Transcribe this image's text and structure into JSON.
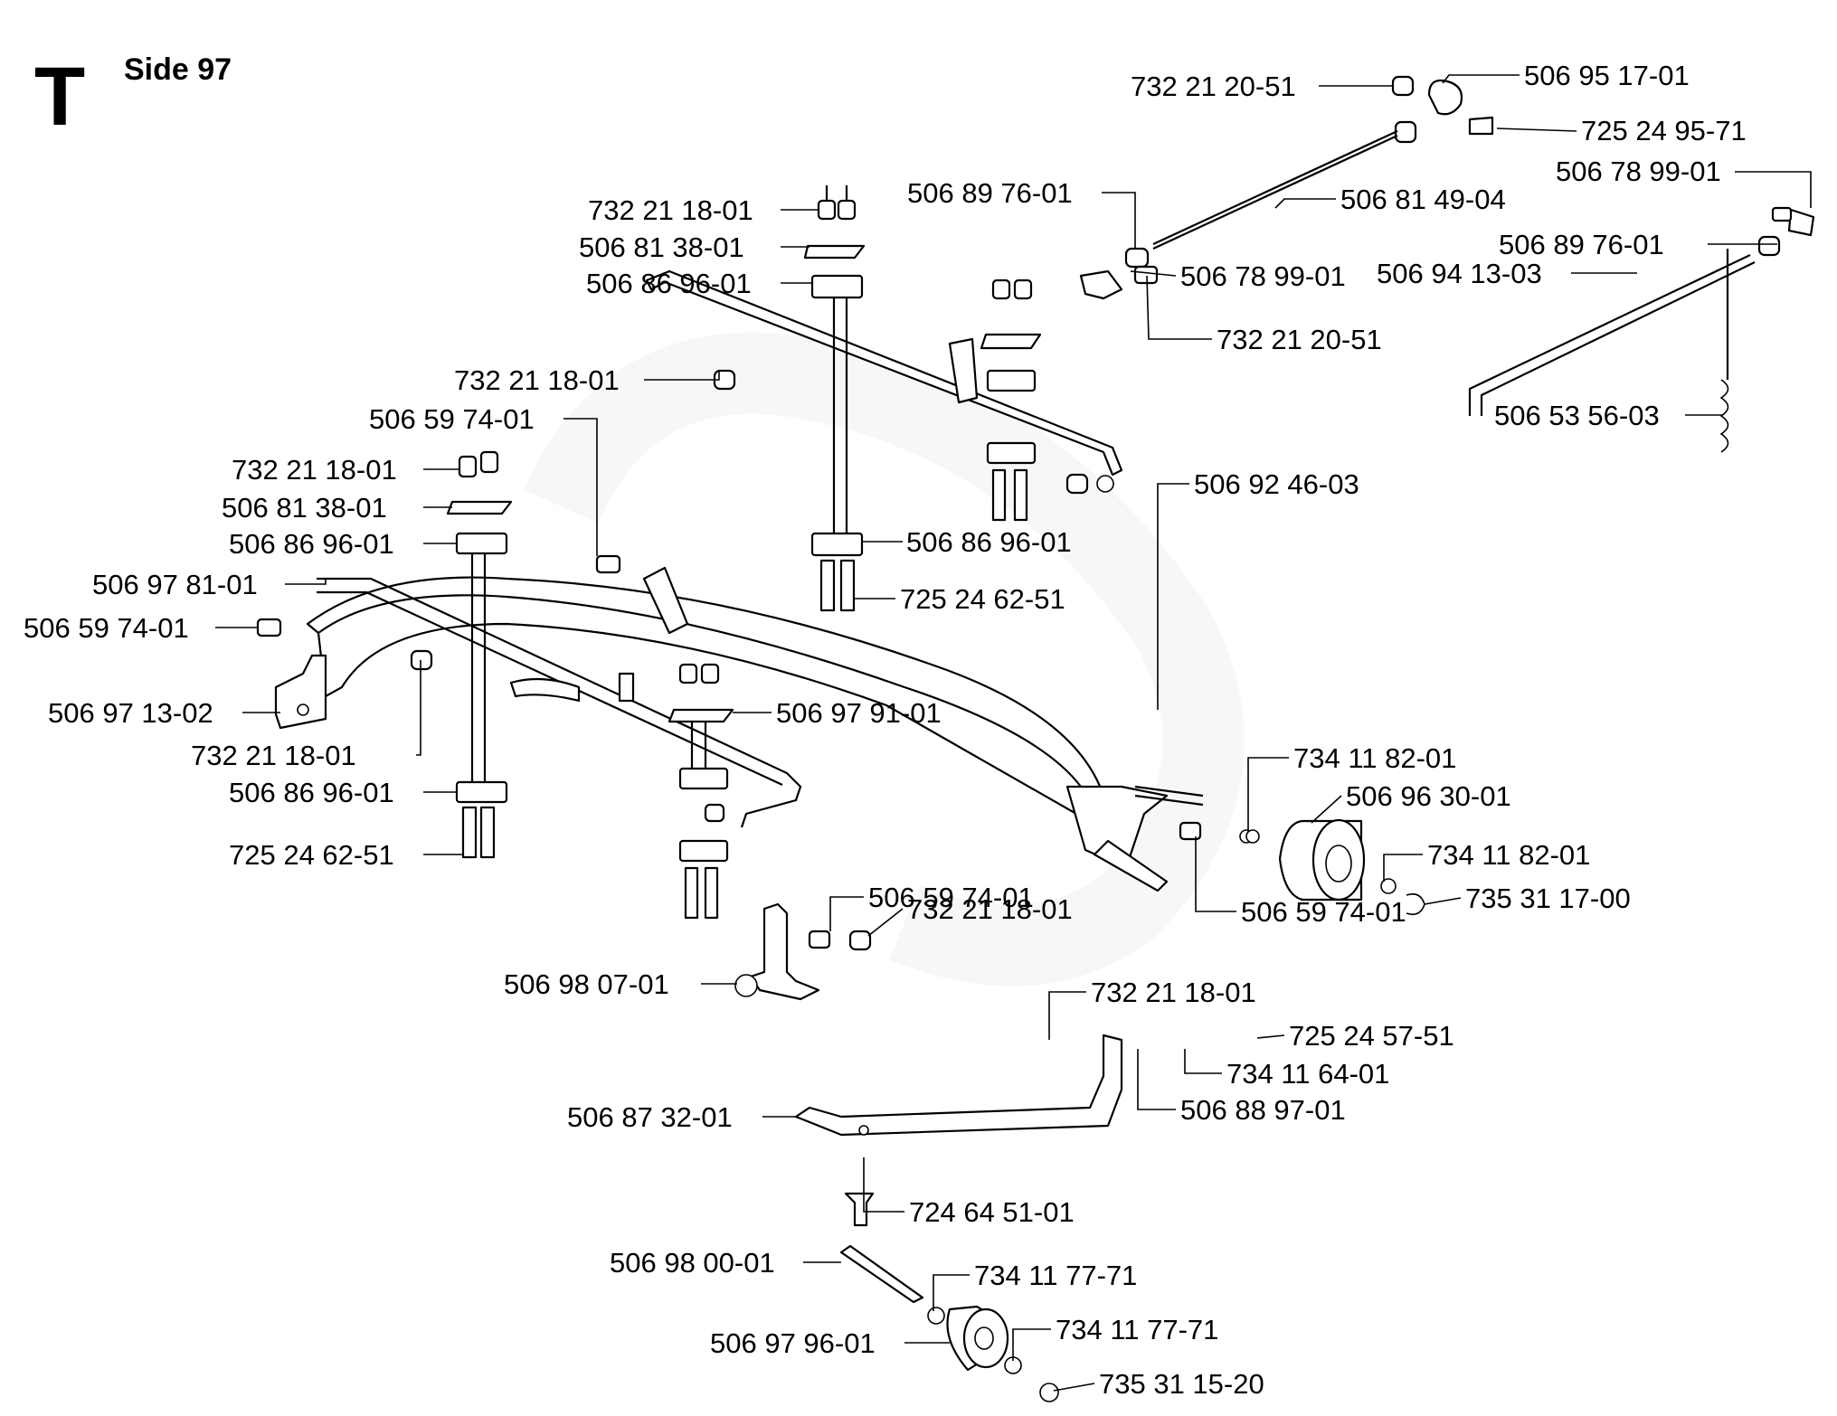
{
  "header": {
    "section_letter": "T",
    "page_label": "Side 97"
  },
  "callouts": [
    {
      "id": "c01",
      "text": "732 21 20-51"
    },
    {
      "id": "c02",
      "text": "506 95 17-01"
    },
    {
      "id": "c03",
      "text": "725 24 95-71"
    },
    {
      "id": "c04",
      "text": "506 78 99-01"
    },
    {
      "id": "c05",
      "text": "506 89 76-01"
    },
    {
      "id": "c06",
      "text": "506 81 49-04"
    },
    {
      "id": "c07",
      "text": "506 89 76-01"
    },
    {
      "id": "c08",
      "text": "506 78 99-01"
    },
    {
      "id": "c09",
      "text": "732 21 20-51"
    },
    {
      "id": "c10",
      "text": "506 94 13-03"
    },
    {
      "id": "c11",
      "text": "506 53 56-03"
    },
    {
      "id": "c12",
      "text": "732 21 18-01"
    },
    {
      "id": "c13",
      "text": "506 81 38-01"
    },
    {
      "id": "c14",
      "text": "506 86 96-01"
    },
    {
      "id": "c15",
      "text": "732 21 18-01"
    },
    {
      "id": "c16",
      "text": "506 59 74-01"
    },
    {
      "id": "c17",
      "text": "732 21 18-01"
    },
    {
      "id": "c18",
      "text": "506 81 38-01"
    },
    {
      "id": "c19",
      "text": "506 86 96-01"
    },
    {
      "id": "c20",
      "text": "506 97 81-01"
    },
    {
      "id": "c21",
      "text": "506 59 74-01"
    },
    {
      "id": "c22",
      "text": "506 97 13-02"
    },
    {
      "id": "c23",
      "text": "732 21 18-01"
    },
    {
      "id": "c24",
      "text": "506 86 96-01"
    },
    {
      "id": "c25",
      "text": "725 24 62-51"
    },
    {
      "id": "c26",
      "text": "506 92 46-03"
    },
    {
      "id": "c27",
      "text": "506 86 96-01"
    },
    {
      "id": "c28",
      "text": "725 24 62-51"
    },
    {
      "id": "c29",
      "text": "506 97 91-01"
    },
    {
      "id": "c30",
      "text": "734 11 82-01"
    },
    {
      "id": "c31",
      "text": "506 96 30-01"
    },
    {
      "id": "c32",
      "text": "734 11 82-01"
    },
    {
      "id": "c33",
      "text": "735 31 17-00"
    },
    {
      "id": "c34",
      "text": "506 59 74-01"
    },
    {
      "id": "c35",
      "text": "506 59 74-01"
    },
    {
      "id": "c36",
      "text": "732 21 18-01"
    },
    {
      "id": "c37",
      "text": "506 98 07-01"
    },
    {
      "id": "c38",
      "text": "732 21 18-01"
    },
    {
      "id": "c39",
      "text": "725 24 57-51"
    },
    {
      "id": "c40",
      "text": "734 11 64-01"
    },
    {
      "id": "c41",
      "text": "506 88 97-01"
    },
    {
      "id": "c42",
      "text": "506 87 32-01"
    },
    {
      "id": "c43",
      "text": "724 64 51-01"
    },
    {
      "id": "c44",
      "text": "506 98 00-01"
    },
    {
      "id": "c45",
      "text": "734 11 77-71"
    },
    {
      "id": "c46",
      "text": "506 97 96-01"
    },
    {
      "id": "c47",
      "text": "734 11 77-71"
    },
    {
      "id": "c48",
      "text": "735 31 15-20"
    }
  ]
}
